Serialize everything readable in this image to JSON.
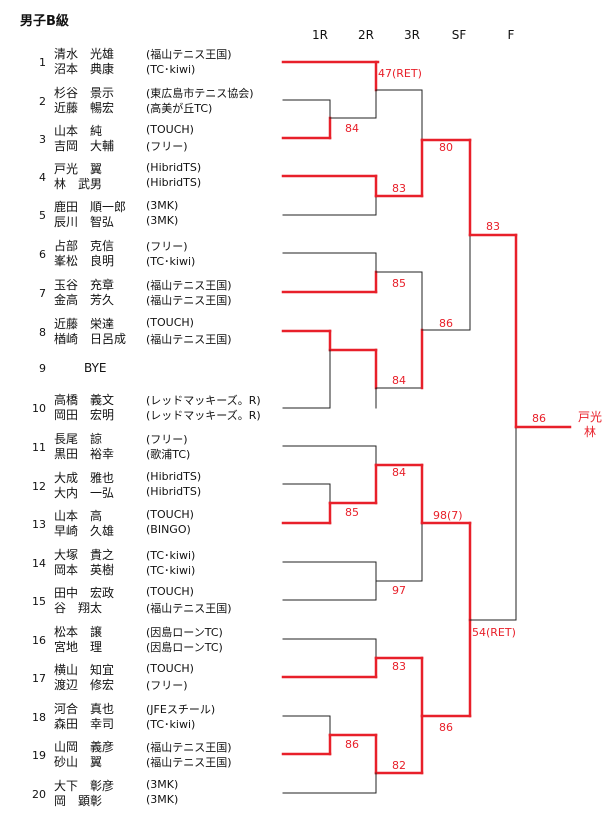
{
  "title": "男子B級",
  "round_headers": [
    "1R",
    "2R",
    "3R",
    "SF",
    "F"
  ],
  "entries": [
    {
      "seed": "1",
      "players": [
        {
          "name": "清水　光雄",
          "club": "(福山テニス王国)"
        },
        {
          "name": "沼本　典康",
          "club": "(TC･kiwi)"
        }
      ]
    },
    {
      "seed": "2",
      "players": [
        {
          "name": "杉谷　景示",
          "club": "(東広島市テニス協会)"
        },
        {
          "name": "近藤　暢宏",
          "club": "(高美が丘TC)"
        }
      ]
    },
    {
      "seed": "3",
      "players": [
        {
          "name": "山本　純",
          "club": "(TOUCH)"
        },
        {
          "name": "吉岡　大輔",
          "club": "(フリー)"
        }
      ]
    },
    {
      "seed": "4",
      "players": [
        {
          "name": "戸光　翼",
          "club": "(HibridTS)"
        },
        {
          "name": "林　武男",
          "club": "(HibridTS)"
        }
      ]
    },
    {
      "seed": "5",
      "players": [
        {
          "name": "鹿田　順一郎",
          "club": "(3MK)"
        },
        {
          "name": "辰川　智弘",
          "club": "(3MK)"
        }
      ]
    },
    {
      "seed": "6",
      "players": [
        {
          "name": "占部　克信",
          "club": "(フリー)"
        },
        {
          "name": "峯松　良明",
          "club": "(TC･kiwi)"
        }
      ]
    },
    {
      "seed": "7",
      "players": [
        {
          "name": "玉谷　充章",
          "club": "(福山テニス王国)"
        },
        {
          "name": "金高　芳久",
          "club": "(福山テニス王国)"
        }
      ]
    },
    {
      "seed": "8",
      "players": [
        {
          "name": "近藤　栄達",
          "club": "(TOUCH)"
        },
        {
          "name": "楢崎　日呂成",
          "club": "(福山テニス王国)"
        }
      ]
    },
    {
      "seed": "9",
      "bye": "BYE",
      "players": []
    },
    {
      "seed": "10",
      "players": [
        {
          "name": "高橋　義文",
          "club": "(レッドマッキーズ。R)"
        },
        {
          "name": "岡田　宏明",
          "club": "(レッドマッキーズ。R)"
        }
      ]
    },
    {
      "seed": "11",
      "players": [
        {
          "name": "長尾　諒",
          "club": "(フリー)"
        },
        {
          "name": "黒田　裕幸",
          "club": "(歌浦TC)"
        }
      ]
    },
    {
      "seed": "12",
      "players": [
        {
          "name": "大成　雅也",
          "club": "(HibridTS)"
        },
        {
          "name": "大内　一弘",
          "club": "(HibridTS)"
        }
      ]
    },
    {
      "seed": "13",
      "players": [
        {
          "name": "山本　高",
          "club": "(TOUCH)"
        },
        {
          "name": "早崎　久雄",
          "club": "(BINGO)"
        }
      ]
    },
    {
      "seed": "14",
      "players": [
        {
          "name": "大塚　貴之",
          "club": "(TC･kiwi)"
        },
        {
          "name": "岡本　英樹",
          "club": "(TC･kiwi)"
        }
      ]
    },
    {
      "seed": "15",
      "players": [
        {
          "name": "田中　宏政",
          "club": "(TOUCH)"
        },
        {
          "name": "谷　翔太",
          "club": "(福山テニス王国)"
        }
      ]
    },
    {
      "seed": "16",
      "players": [
        {
          "name": "松本　譲",
          "club": "(因島ローンTC)"
        },
        {
          "name": "宮地　理",
          "club": "(因島ローンTC)"
        }
      ]
    },
    {
      "seed": "17",
      "players": [
        {
          "name": "横山　知宜",
          "club": "(TOUCH)"
        },
        {
          "name": "渡辺　修宏",
          "club": "(フリー)"
        }
      ]
    },
    {
      "seed": "18",
      "players": [
        {
          "name": "河合　真也",
          "club": "(JFEスチール)"
        },
        {
          "name": "森田　幸司",
          "club": "(TC･kiwi)"
        }
      ]
    },
    {
      "seed": "19",
      "players": [
        {
          "name": "山岡　義彦",
          "club": "(福山テニス王国)"
        },
        {
          "name": "砂山　翼",
          "club": "(福山テニス王国)"
        }
      ]
    },
    {
      "seed": "20",
      "players": [
        {
          "name": "大下　彰彦",
          "club": "(3MK)"
        },
        {
          "name": "岡　顕彰",
          "club": "(3MK)"
        }
      ]
    }
  ],
  "scores": {
    "m_2_3": "84",
    "m_1_3": "47(RET)",
    "m_4_5": "83",
    "m_q1": "80",
    "m_6_7": "85",
    "m_8_10": "84",
    "m_q2": "86",
    "m_sf1": "83",
    "m_12_13": "85",
    "m_11_13": "84",
    "m_14_15": "97",
    "m_q3": "98(7)",
    "m_16_17": "83",
    "m_18_19": "86",
    "m_19_20": "82",
    "m_q4": "86",
    "m_sf2": "54(RET)",
    "m_final": "86"
  },
  "champion": [
    "戸光",
    "林"
  ],
  "colors": {
    "winner": "#e8202a",
    "loser": "#222222"
  }
}
